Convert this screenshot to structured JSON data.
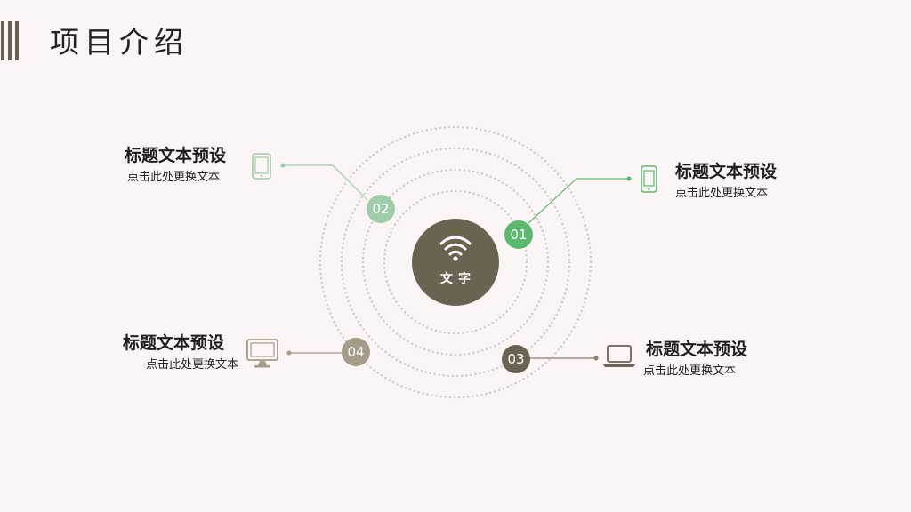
{
  "page": {
    "title": "项目介绍"
  },
  "center": {
    "label": "文字",
    "icon": "wifi-icon"
  },
  "colors": {
    "dark": "#6b6352",
    "green": "#5bb96e",
    "light_green": "#9fcda9",
    "taupe": "#a59c89",
    "ring": "#cfcfcf"
  },
  "items": [
    {
      "number": "01",
      "title": "标题文本预设",
      "desc": "点击此处更换文本",
      "icon": "smartphone-icon"
    },
    {
      "number": "02",
      "title": "标题文本预设",
      "desc": "点击此处更换文本",
      "icon": "tablet-icon"
    },
    {
      "number": "03",
      "title": "标题文本预设",
      "desc": "点击此处更换文本",
      "icon": "laptop-icon"
    },
    {
      "number": "04",
      "title": "标题文本预设",
      "desc": "点击此处更换文本",
      "icon": "monitor-icon"
    }
  ]
}
